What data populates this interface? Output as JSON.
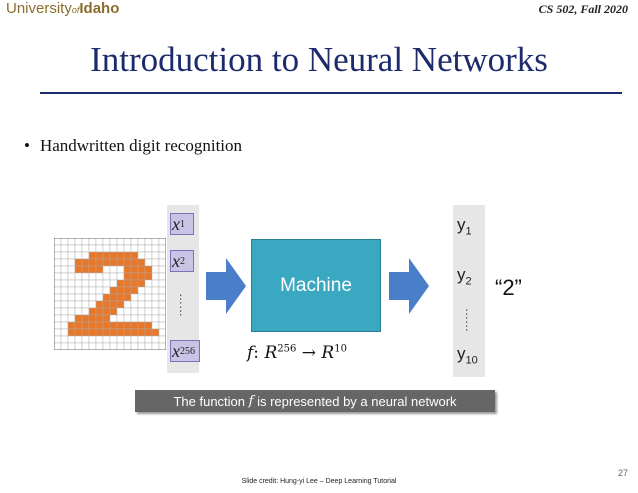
{
  "header": {
    "logo": {
      "part1": "University",
      "part2": "of",
      "part3": "Idaho"
    },
    "course": "CS 502, Fall 2020"
  },
  "slide": {
    "title": "Introduction to Neural Networks",
    "bullet": "Handwritten digit recognition"
  },
  "diagram": {
    "inputs": [
      {
        "var": "x",
        "sub": "1"
      },
      {
        "var": "x",
        "sub": "2"
      },
      {
        "var": "x",
        "sub": "256"
      }
    ],
    "dots": "……",
    "machine_label": "Machine",
    "function_f": "f",
    "function_domain": "R",
    "function_domain_exp": "256",
    "function_arrow": "→",
    "function_codomain": "R",
    "function_codomain_exp": "10",
    "outputs": [
      {
        "var": "y",
        "sub": "1"
      },
      {
        "var": "y",
        "sub": "2"
      },
      {
        "var": "y",
        "sub": "10"
      }
    ],
    "result": "“2”",
    "colors": {
      "machine": "#3aa8c1",
      "input_box": "#c9c4e6",
      "digit": "#e8772a",
      "arrow": "#4a7ec9"
    }
  },
  "caption": {
    "before": "The function",
    "f": "f",
    "after": "is represented by a neural network"
  },
  "footer": {
    "credit": "Slide credit: Hung-yi Lee – Deep Learning Tutorial",
    "page": "27"
  }
}
